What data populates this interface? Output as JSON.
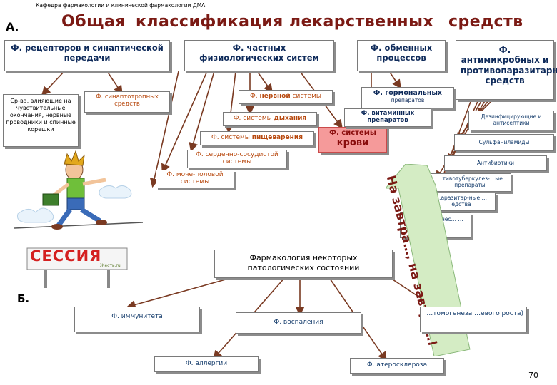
{
  "header": {
    "department": "Кафедра фармакологии и клинической фармакологии ДМА"
  },
  "labels": {
    "a": "А.",
    "b": "Б."
  },
  "title": {
    "part1": "Общая",
    "part2": "классификация",
    "part3": "лекарственных",
    "part4": "средств"
  },
  "top_boxes": {
    "receptors": "Ф. рецепторов и синаптической передачи",
    "systems": "Ф. частных физиологических систем",
    "metabolic": "Ф. обменных процессов",
    "antimicrobial": "Ф. антимикробных и противопаразитарных средств"
  },
  "receptor_children": {
    "nerve_endings": "Ср-ва, влияющие на чувствительные окончания, нервные проводники и спинные корешки",
    "synaptotropic": "Ф. синаптотропных средств"
  },
  "system_children": {
    "nervous_a": "Ф.",
    "nervous_b": "нервной",
    "nervous_c": "системы",
    "respiratory_a": "Ф. системы",
    "respiratory_b": "дыхания",
    "digestive_a": "Ф. системы",
    "digestive_b": "пищеварения",
    "cardio": "Ф. сердечно-сосудистой системы",
    "urogenital": "Ф. моче-половой системы",
    "blood_a": "Ф. системы",
    "blood_b": "крови"
  },
  "metabolic_children": {
    "hormonal_a": "Ф. гормональных",
    "hormonal_b": "препаратов",
    "vitamin": "Ф. витаминных препаратов"
  },
  "antimicrobial_children": {
    "disinfect": "Дезинфицирующие и антисептики",
    "sulfa": "Сульфаниламиды",
    "antibiotics": "Антибиотики",
    "antituberculosis": "…тивотуберкулез-…ые препараты",
    "antiparasitic": "…аразитар-ные …едства",
    "antihiv": "Пр… …ти-…чес… …ВИЧ+"
  },
  "banner": {
    "text": "На завтра…, на завтра…!",
    "session": "СЕССИЯ",
    "sign": "Жесть.ru"
  },
  "pathology": {
    "center": "Фармакология некоторых патологических состояний",
    "immunity": "Ф. иммунитета",
    "inflammation": "Ф. воспаления",
    "allergy": "Ф. аллергии",
    "atherosclerosis": "Ф. атеросклероза",
    "tumor": "…томогенеза …евого роста)"
  },
  "page_number": "70",
  "colors": {
    "title": "#7b1a14",
    "navy": "#0e2a5a",
    "blood": "#f59a9a",
    "arrow": "#7a3a22"
  }
}
